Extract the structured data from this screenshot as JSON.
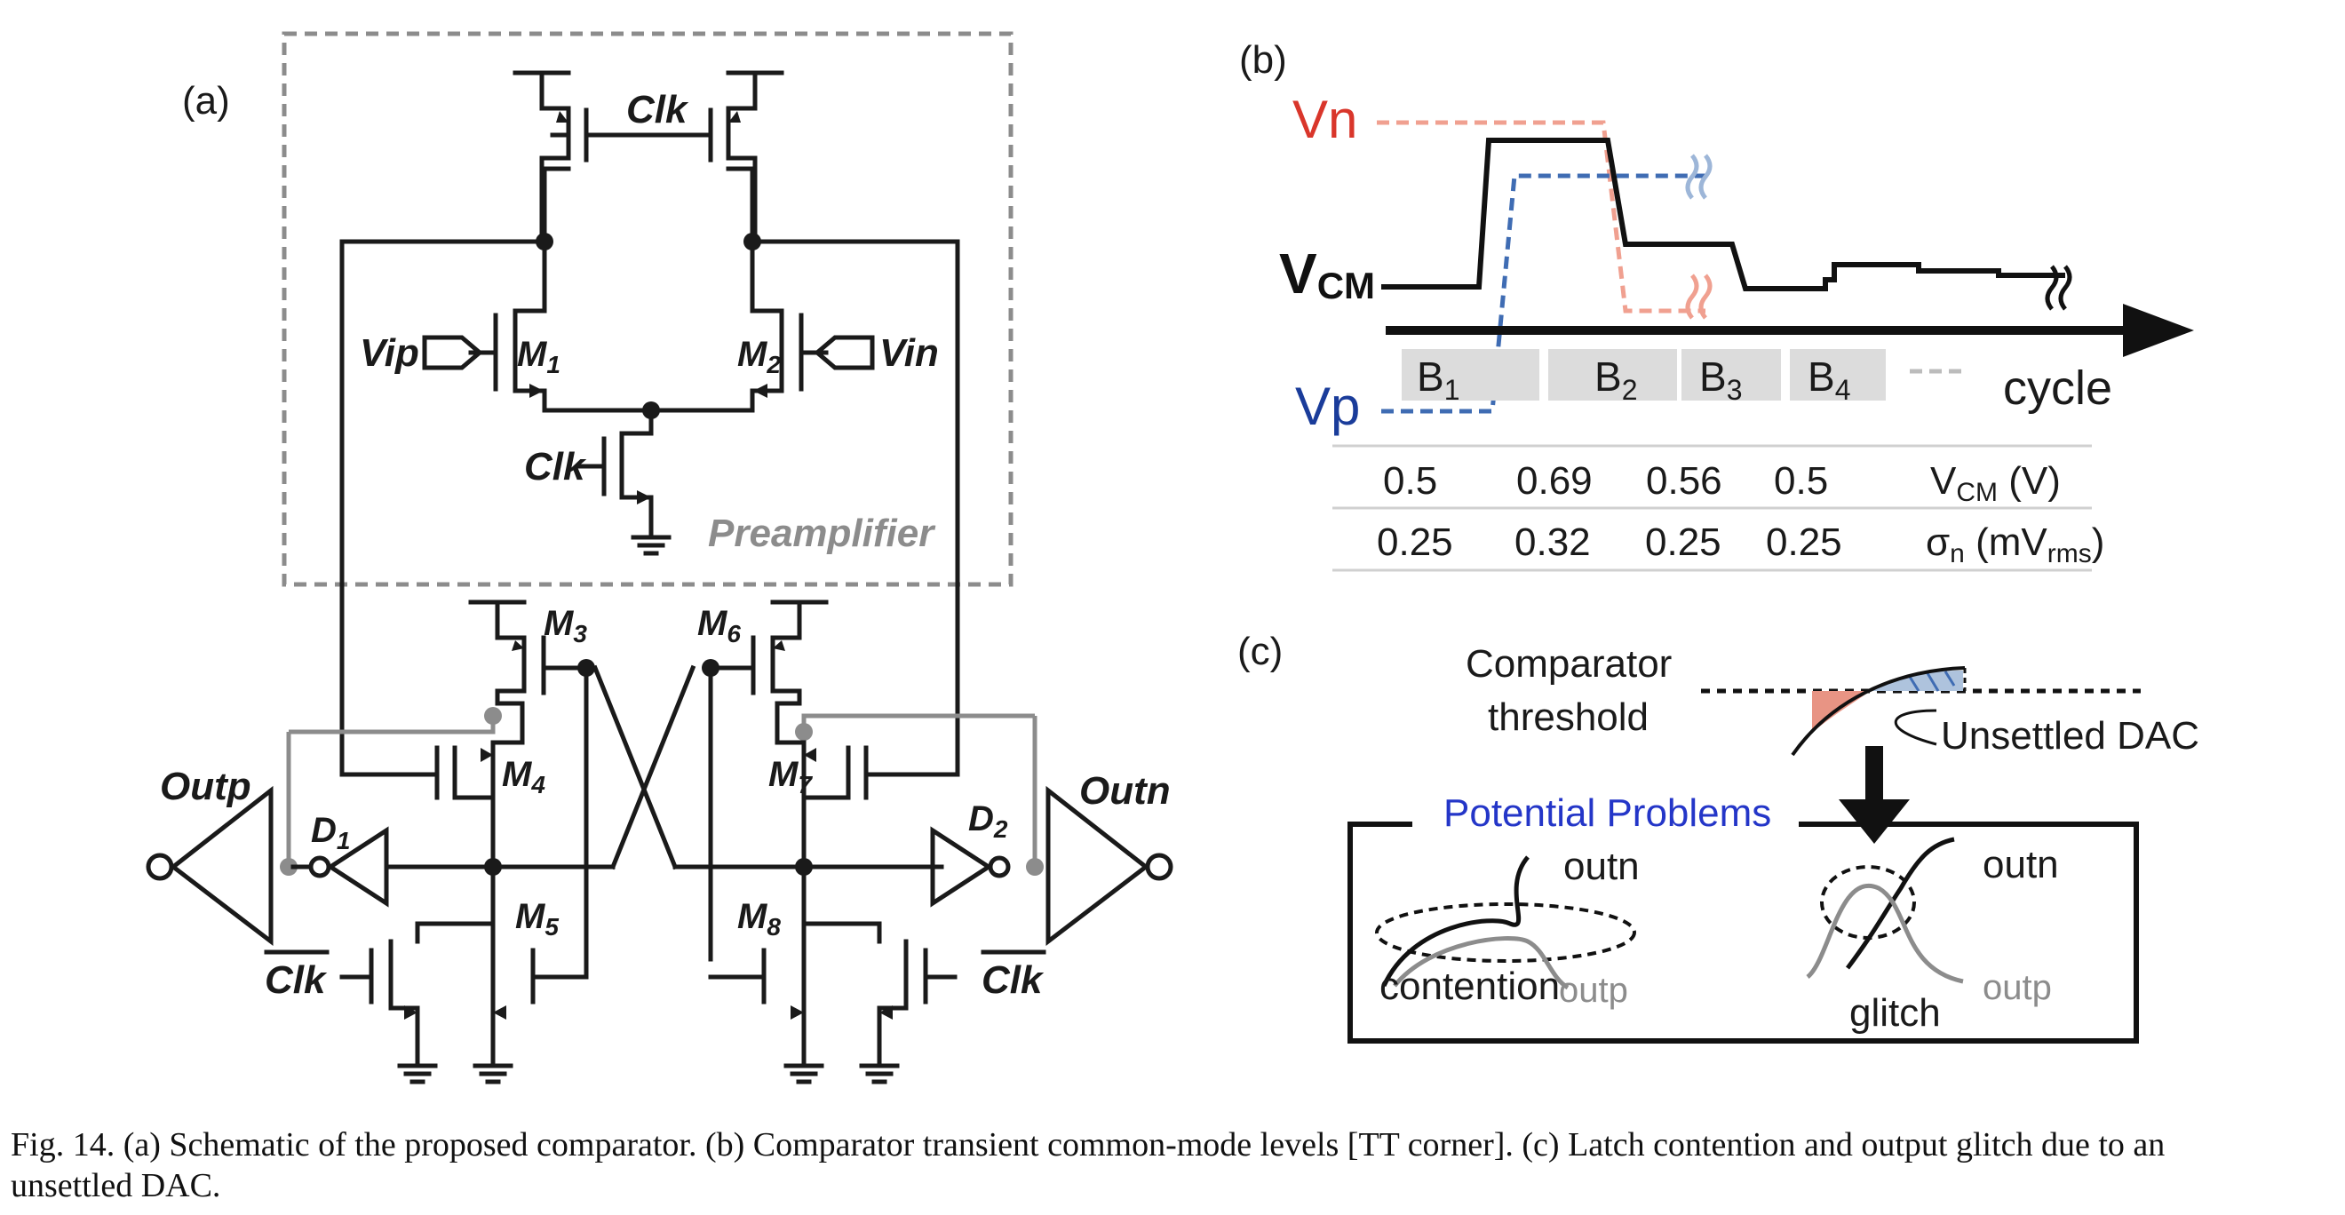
{
  "panel_a": {
    "label": "(a)",
    "clk_top": "Clk",
    "vip": "Vip",
    "vin": "Vin",
    "m1_base": "M",
    "m1_sub": "1",
    "m2_base": "M",
    "m2_sub": "2",
    "clk_tail": "Clk",
    "preamp_label": "Preamplifier",
    "m3_base": "M",
    "m3_sub": "3",
    "m6_base": "M",
    "m6_sub": "6",
    "m4_base": "M",
    "m4_sub": "4",
    "m7_base": "M",
    "m7_sub": "7",
    "m5_base": "M",
    "m5_sub": "5",
    "m8_base": "M",
    "m8_sub": "8",
    "d1_base": "D",
    "d1_sub": "1",
    "d2_base": "D",
    "d2_sub": "2",
    "outp": "Outp",
    "outn": "Outn",
    "clkb_left": "Clk",
    "clkb_right": "Clk"
  },
  "panel_b": {
    "label": "(b)",
    "vn": "Vn",
    "vp": "Vp",
    "vcm_base": "V",
    "vcm_sub": "CM",
    "axis_label": "cycle",
    "b_labels": [
      {
        "base": "B",
        "sub": "1"
      },
      {
        "base": "B",
        "sub": "2"
      },
      {
        "base": "B",
        "sub": "3"
      },
      {
        "base": "B",
        "sub": "4"
      }
    ],
    "vcm_values": [
      "0.5",
      "0.69",
      "0.56",
      "0.5"
    ],
    "vcm_row_base": "V",
    "vcm_row_sub": "CM",
    "vcm_row_unit": " (V)",
    "sigma_values": [
      "0.25",
      "0.32",
      "0.25",
      "0.25"
    ],
    "sigma_row_base": "σ",
    "sigma_row_sub": "n",
    "sigma_row_unit_open": " (mV",
    "sigma_row_unit_sub": "rms",
    "sigma_row_unit_close": ")"
  },
  "panel_c": {
    "label": "(c)",
    "threshold_line1": "Comparator",
    "threshold_line2": "threshold",
    "unsettled": "Unsettled DAC",
    "problems_title": "Potential Problems",
    "outn_left": "outn",
    "outp_left": "outp",
    "contention": "contention",
    "outn_right": "outn",
    "outp_right": "outp",
    "glitch": "glitch"
  },
  "colors": {
    "wire": "#1a1a1a",
    "grey": "#8c8c8c",
    "vn_red": "#d9362b",
    "vn_dash": "#f0a090",
    "vp_blue": "#1a3c9a",
    "vp_dash": "#3f6cb3",
    "problems_blue": "#2436c8",
    "label_box": "#dcdcdc",
    "red_fill": "#e89484",
    "blue_fill": "#aec3dd"
  },
  "caption": {
    "line1": "Fig. 14.   (a) Schematic of the proposed comparator. (b) Comparator transient common-mode levels [TT corner]. (c) Latch contention and output glitch due to an",
    "line2": "unsettled DAC."
  }
}
